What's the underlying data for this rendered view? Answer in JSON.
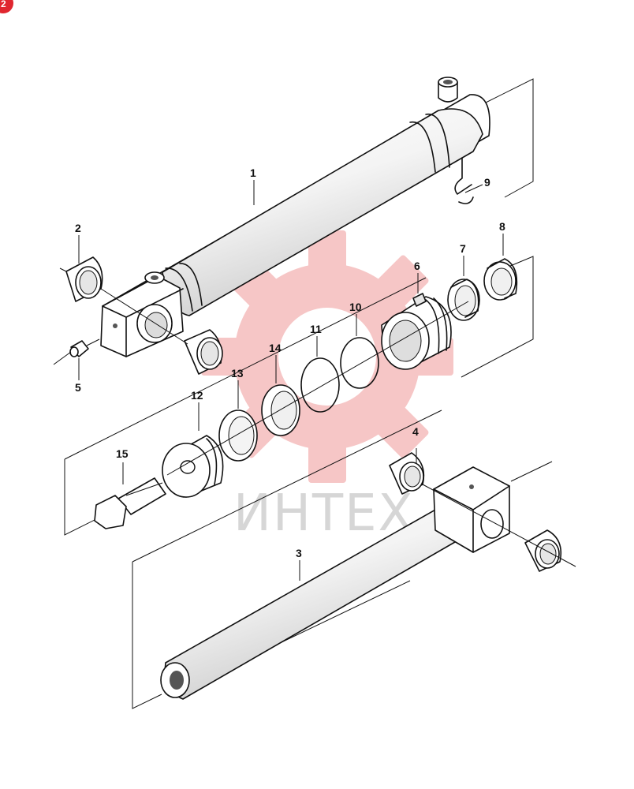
{
  "page_badge": "2",
  "watermark": {
    "text": "ИНТЕХ",
    "gear_color": "#f3b3b3",
    "text_color": "#d6d6d6"
  },
  "colors": {
    "badge": "#e0262f",
    "line": "#111111",
    "shade": "#d9d9d9"
  },
  "callouts": [
    {
      "id": "c1",
      "label": "1"
    },
    {
      "id": "c2",
      "label": "2"
    },
    {
      "id": "c3",
      "label": "3"
    },
    {
      "id": "c4",
      "label": "4"
    },
    {
      "id": "c5",
      "label": "5"
    },
    {
      "id": "c6",
      "label": "6"
    },
    {
      "id": "c7",
      "label": "7"
    },
    {
      "id": "c8",
      "label": "8"
    },
    {
      "id": "c9",
      "label": "9"
    },
    {
      "id": "c10",
      "label": "10"
    },
    {
      "id": "c11",
      "label": "11"
    },
    {
      "id": "c12",
      "label": "12"
    },
    {
      "id": "c13",
      "label": "13"
    },
    {
      "id": "c14",
      "label": "14"
    },
    {
      "id": "c15",
      "label": "15"
    }
  ]
}
